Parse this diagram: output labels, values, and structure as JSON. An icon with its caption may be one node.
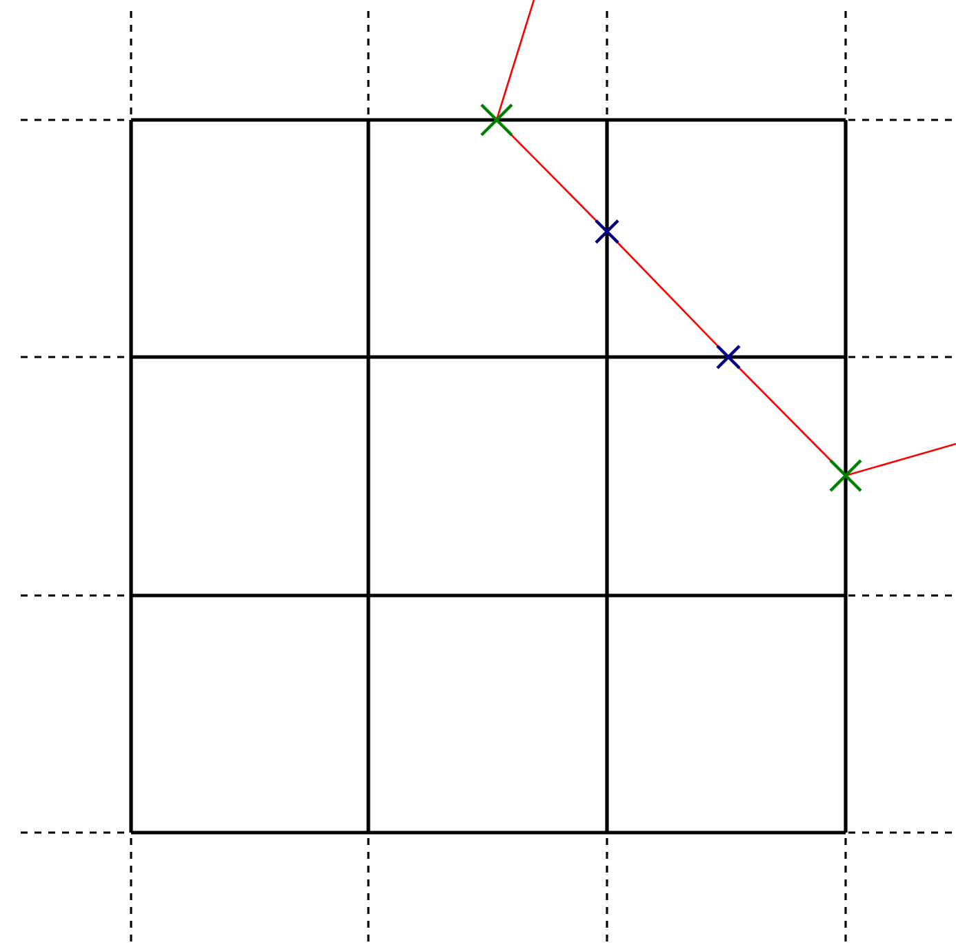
{
  "diagram": {
    "nodes": [
      {
        "text": [],
        "shape": "cross"
      },
      {
        "text": [],
        "shape": "cross"
      },
      {
        "text": [],
        "shape": "cross"
      },
      {
        "text": [],
        "shape": "cross"
      }
    ],
    "edges": [
      {
        "from": null,
        "to": 0,
        "arrow": "none"
      },
      {
        "from": 0,
        "to": 1,
        "arrow": "none"
      },
      {
        "from": 1,
        "to": 2,
        "arrow": "none"
      },
      {
        "from": 2,
        "to": 3,
        "arrow": "none"
      },
      {
        "from": 3,
        "to": null,
        "arrow": "none"
      }
    ]
  }
}
